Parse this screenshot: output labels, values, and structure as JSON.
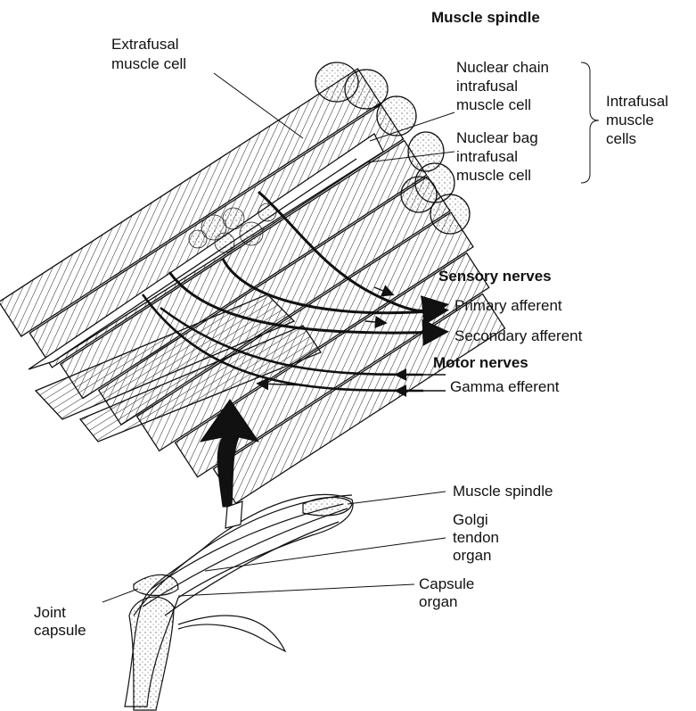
{
  "labels": {
    "muscle_spindle_title": "Muscle spindle",
    "extrafusal": [
      "Extrafusal",
      "muscle cell"
    ],
    "nuclear_chain": [
      "Nuclear chain",
      "intrafusal",
      "muscle cell"
    ],
    "nuclear_bag": [
      "Nuclear bag",
      "intrafusal",
      "muscle cell"
    ],
    "intrafusal_group": [
      "Intrafusal",
      "muscle",
      "cells"
    ],
    "sensory_nerves": "Sensory nerves",
    "primary_afferent": "Primary afferent",
    "secondary_afferent": "Secondary afferent",
    "motor_nerves": "Motor nerves",
    "gamma_efferent": "Gamma efferent",
    "muscle_spindle_lower": "Muscle spindle",
    "golgi": [
      "Golgi",
      "tendon",
      "organ"
    ],
    "capsule_organ": [
      "Capsule",
      "organ"
    ],
    "joint_capsule": [
      "Joint",
      "capsule"
    ]
  },
  "colors": {
    "ink": "#111111",
    "paper": "#ffffff"
  }
}
